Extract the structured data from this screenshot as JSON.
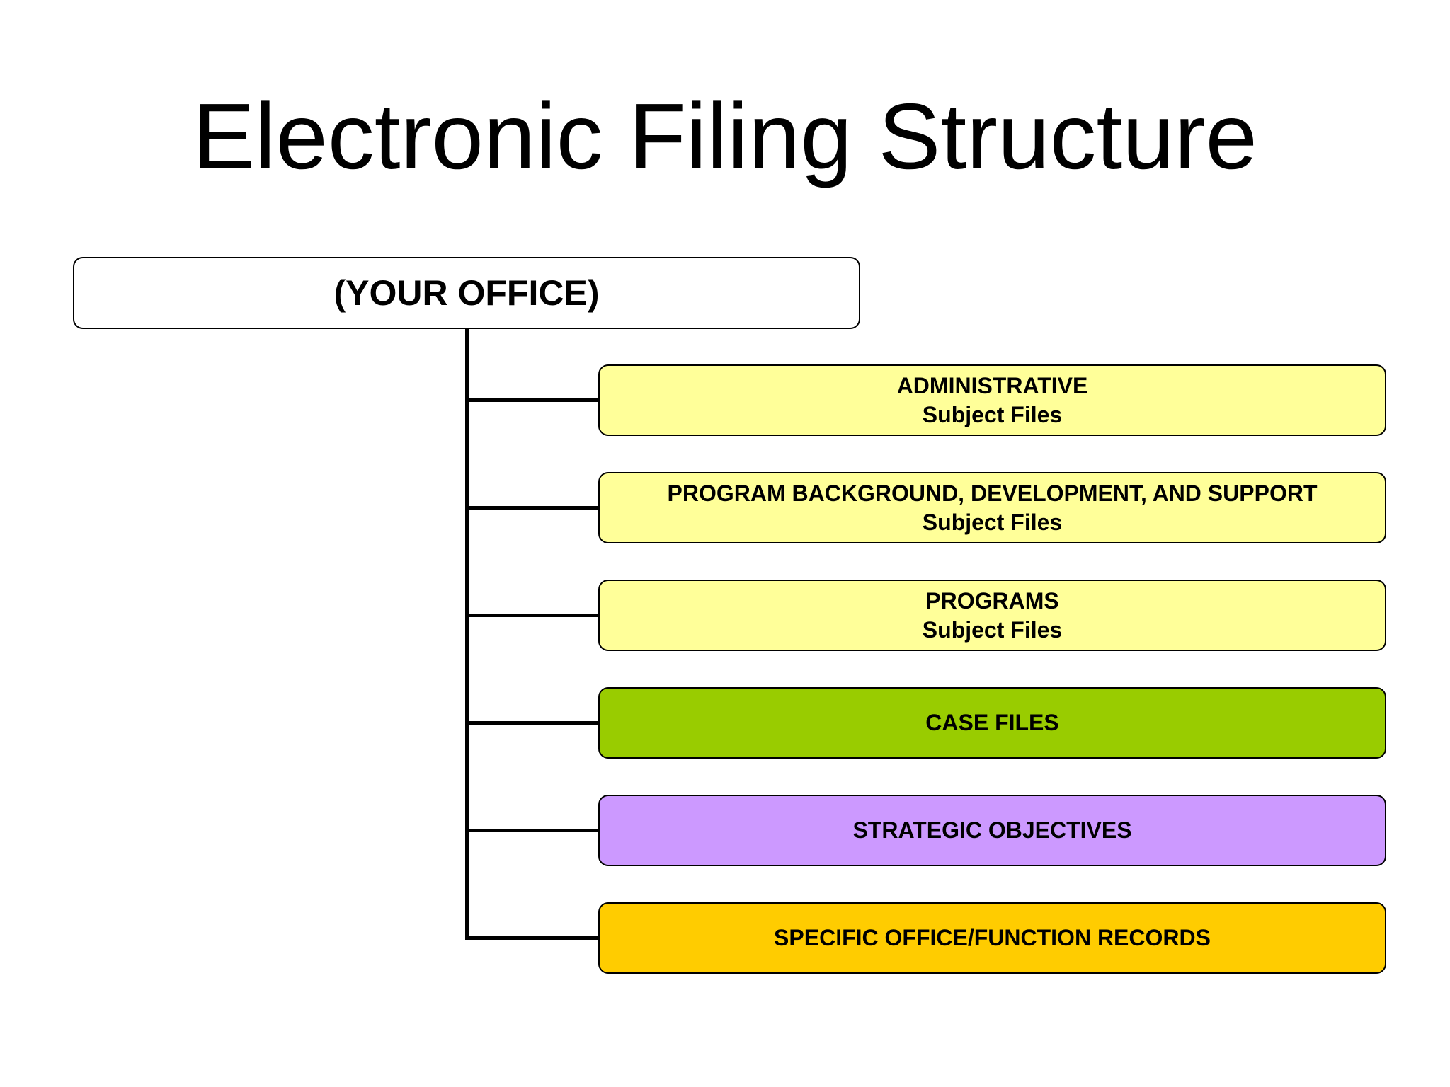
{
  "title": "Electronic Filing Structure",
  "root": {
    "label": "(YOUR OFFICE)",
    "fill": "#ffffff"
  },
  "children": [
    {
      "line1": "ADMINISTRATIVE",
      "line2": "Subject Files",
      "fill": "#ffff99"
    },
    {
      "line1": "PROGRAM BACKGROUND, DEVELOPMENT, AND SUPPORT",
      "line2": "Subject Files",
      "fill": "#ffff99"
    },
    {
      "line1": "PROGRAMS",
      "line2": "Subject Files",
      "fill": "#ffff99"
    },
    {
      "line1": "CASE FILES",
      "line2": "",
      "fill": "#99cc00"
    },
    {
      "line1": "STRATEGIC OBJECTIVES",
      "line2": "",
      "fill": "#cc99ff"
    },
    {
      "line1": "SPECIFIC OFFICE/FUNCTION RECORDS",
      "line2": "",
      "fill": "#ffcc00"
    }
  ]
}
